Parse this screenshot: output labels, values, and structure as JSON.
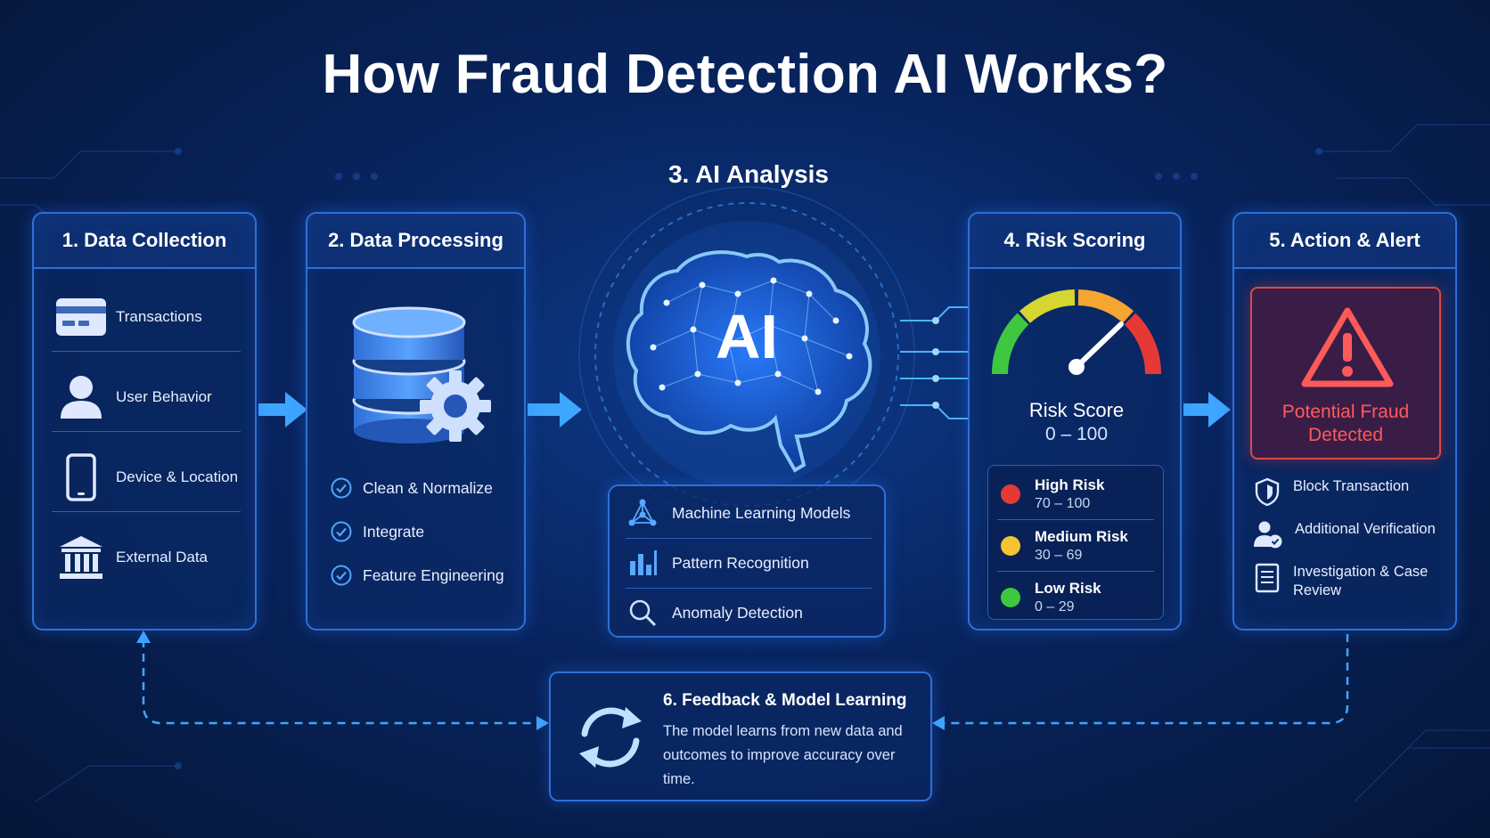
{
  "title": "How Fraud Detection AI Works?",
  "colors": {
    "accent": "#3ea6ff",
    "border": "#2f6fd6",
    "alert": "#ff5a5a",
    "high_risk": "#e53935",
    "medium_risk": "#f6c431",
    "low_risk": "#3fc83f"
  },
  "step1": {
    "title": "1. Data Collection",
    "items": [
      {
        "label": "Transactions",
        "icon": "credit-card-icon"
      },
      {
        "label": "User Behavior",
        "icon": "user-icon"
      },
      {
        "label": "Device & Location",
        "icon": "phone-icon"
      },
      {
        "label": "External Data",
        "icon": "bank-icon"
      }
    ]
  },
  "step2": {
    "title": "2. Data Processing",
    "icon": "database-gear-icon",
    "items": [
      {
        "label": "Clean & Normalize"
      },
      {
        "label": "Integrate"
      },
      {
        "label": "Feature Engineering"
      }
    ]
  },
  "step3": {
    "title": "3. AI Analysis",
    "brain_label": "AI",
    "items": [
      {
        "label": "Machine Learning Models",
        "icon": "network-icon"
      },
      {
        "label": "Pattern Recognition",
        "icon": "bar-chart-icon"
      },
      {
        "label": "Anomaly Detection",
        "icon": "magnifier-icon"
      }
    ]
  },
  "step4": {
    "title": "4. Risk Scoring",
    "score_label": "Risk Score",
    "score_range": "0 – 100",
    "levels": [
      {
        "name": "High Risk",
        "range": "70 – 100",
        "color": "#e53935"
      },
      {
        "name": "Medium Risk",
        "range": "30 – 69",
        "color": "#f6c431"
      },
      {
        "name": "Low Risk",
        "range": "0 – 29",
        "color": "#3fc83f"
      }
    ]
  },
  "step5": {
    "title": "5. Action & Alert",
    "alert_line1": "Potential Fraud",
    "alert_line2": "Detected",
    "items": [
      {
        "label": "Block Transaction",
        "icon": "shield-icon"
      },
      {
        "label": "Additional Verification",
        "icon": "user-check-icon"
      },
      {
        "label": "Investigation & Case Review",
        "icon": "document-icon"
      }
    ]
  },
  "step6": {
    "title": "6. Feedback & Model Learning",
    "text": "The model learns from new data and outcomes to improve accuracy over time.",
    "icon": "refresh-icon"
  }
}
